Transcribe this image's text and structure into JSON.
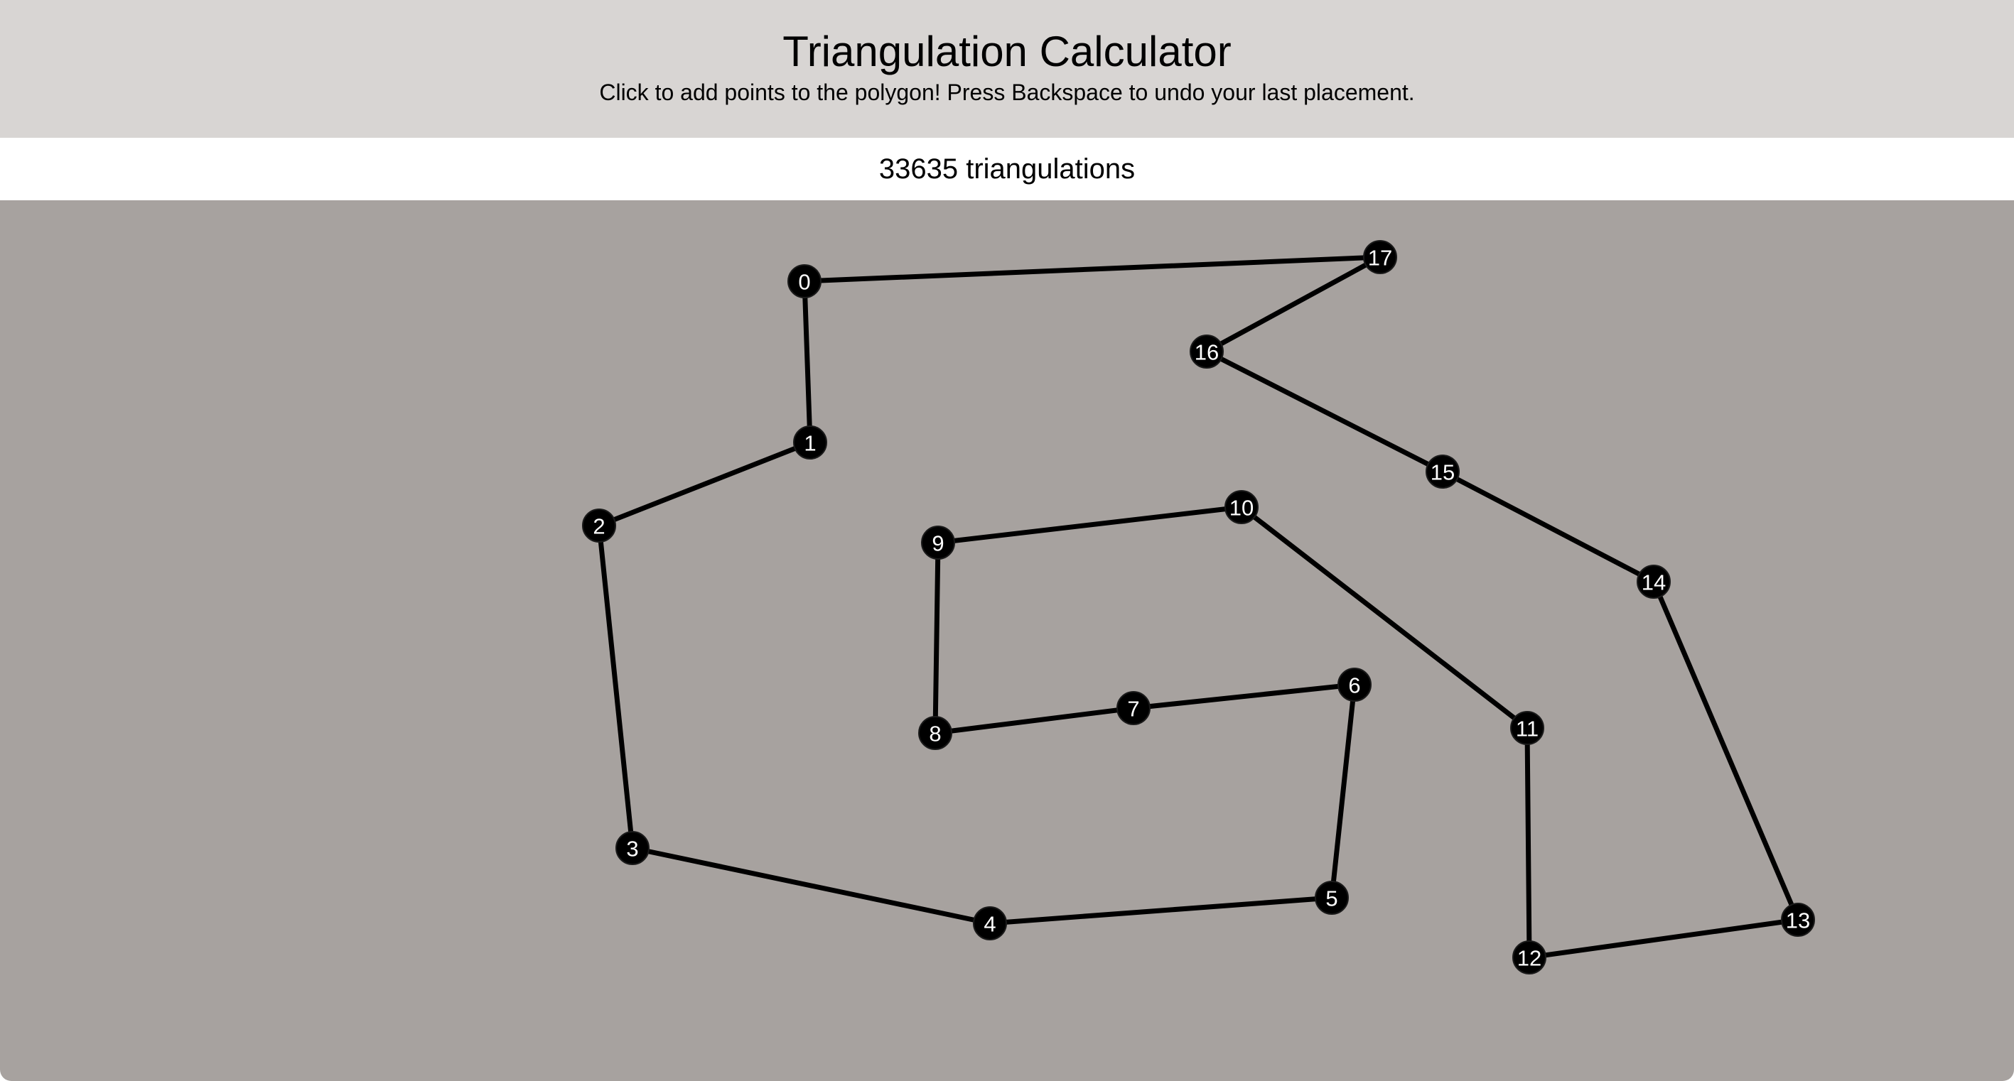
{
  "header": {
    "title": "Triangulation Calculator",
    "subtitle": "Click to add points to the polygon! Press Backspace to undo your last placement."
  },
  "result": {
    "text": "33635 triangulations"
  },
  "colors": {
    "header_bg": "#d8d5d3",
    "canvas_bg": "#a7a29f",
    "edge": "#000000",
    "vertex_fill": "#000000",
    "vertex_label": "#ffffff"
  },
  "polygon": {
    "closed": true,
    "vertices": [
      {
        "label": "0"
      },
      {
        "label": "1"
      },
      {
        "label": "2"
      },
      {
        "label": "3"
      },
      {
        "label": "4"
      },
      {
        "label": "5"
      },
      {
        "label": "6"
      },
      {
        "label": "7"
      },
      {
        "label": "8"
      },
      {
        "label": "9"
      },
      {
        "label": "10"
      },
      {
        "label": "11"
      },
      {
        "label": "12"
      },
      {
        "label": "13"
      },
      {
        "label": "14"
      },
      {
        "label": "15"
      },
      {
        "label": "16"
      },
      {
        "label": "17"
      }
    ]
  }
}
